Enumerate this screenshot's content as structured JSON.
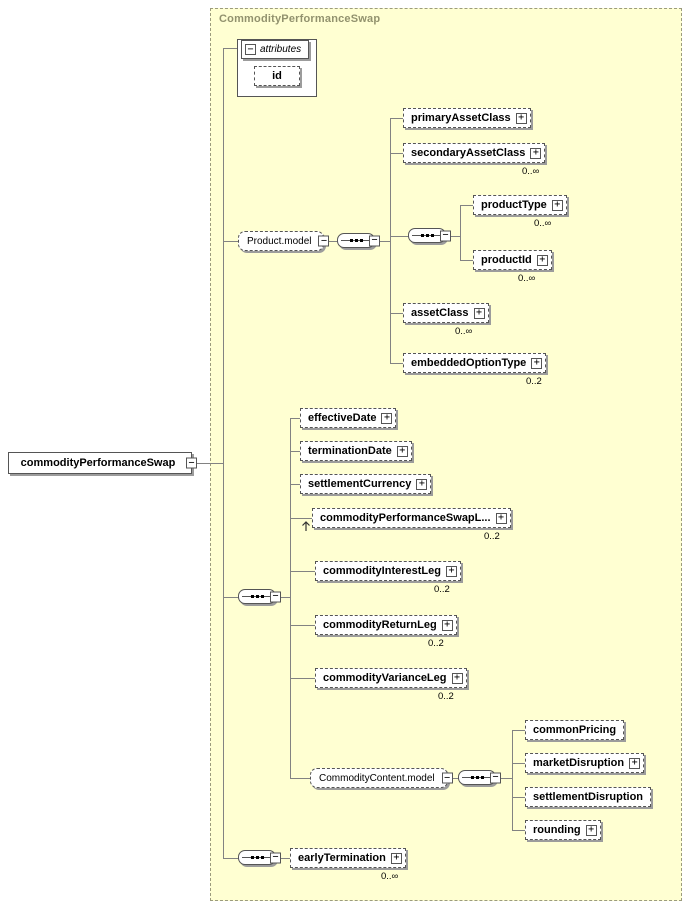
{
  "diagram_title": "CommodityPerformanceSwap",
  "icons": {
    "collapse": "−",
    "expand": "+"
  },
  "colors": {
    "container_bg": "#ffffd2",
    "container_title": "#92926e",
    "connector": "#828282",
    "box_shadow": "#9c9c9c"
  },
  "root": {
    "label": "commodityPerformanceSwap"
  },
  "attributes_group": {
    "label": "attributes",
    "attributes": [
      {
        "label": "id"
      }
    ]
  },
  "nodes": {
    "product_model": {
      "label": "Product.model"
    },
    "primary_asset_class": {
      "label": "primaryAssetClass"
    },
    "secondary_asset_class": {
      "label": "secondaryAssetClass",
      "cardinality": "0..∞"
    },
    "product_type": {
      "label": "productType",
      "cardinality": "0..∞"
    },
    "product_id": {
      "label": "productId",
      "cardinality": "0..∞"
    },
    "asset_class": {
      "label": "assetClass",
      "cardinality": "0..∞"
    },
    "embedded_option_type": {
      "label": "embeddedOptionType",
      "cardinality": "0..2"
    },
    "effective_date": {
      "label": "effectiveDate"
    },
    "termination_date": {
      "label": "terminationDate"
    },
    "settlement_currency": {
      "label": "settlementCurrency"
    },
    "commodity_performance_swap_leg": {
      "label": "commodityPerformanceSwapL...",
      "cardinality": "0..2"
    },
    "commodity_interest_leg": {
      "label": "commodityInterestLeg",
      "cardinality": "0..2"
    },
    "commodity_return_leg": {
      "label": "commodityReturnLeg",
      "cardinality": "0..2"
    },
    "commodity_variance_leg": {
      "label": "commodityVarianceLeg",
      "cardinality": "0..2"
    },
    "commodity_content_model": {
      "label": "CommodityContent.model"
    },
    "common_pricing": {
      "label": "commonPricing"
    },
    "market_disruption": {
      "label": "marketDisruption"
    },
    "settlement_disruption": {
      "label": "settlementDisruption"
    },
    "rounding": {
      "label": "rounding"
    },
    "early_termination": {
      "label": "earlyTermination",
      "cardinality": "0..∞"
    }
  }
}
